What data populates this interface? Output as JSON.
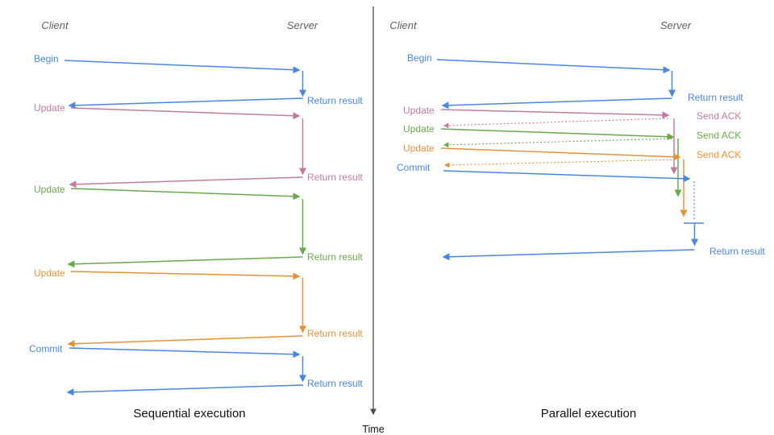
{
  "colors": {
    "blue": "#4a86e8",
    "pink": "#c27ba0",
    "green": "#6aa84f",
    "orange": "#e69138",
    "header_gray": "#5f5f5f",
    "axis": "#4d4d4d"
  },
  "time_axis": {
    "label": "Time"
  },
  "sequential": {
    "title": "Sequential execution",
    "client": "Client",
    "server": "Server",
    "messages": [
      {
        "request": "Begin",
        "response": "Return result",
        "color": "blue"
      },
      {
        "request": "Update",
        "response": "Return result",
        "color": "pink"
      },
      {
        "request": "Update",
        "response": "Return result",
        "color": "green"
      },
      {
        "request": "Update",
        "response": "Return result",
        "color": "orange"
      },
      {
        "request": "Commit",
        "response": "Return result",
        "color": "blue"
      }
    ]
  },
  "parallel": {
    "title": "Parallel execution",
    "client": "Client",
    "server": "Server",
    "messages": [
      {
        "request": "Begin",
        "response": "Return result",
        "color": "blue"
      },
      {
        "request": "Update",
        "response": "Send ACK",
        "color": "pink"
      },
      {
        "request": "Update",
        "response": "Send ACK",
        "color": "green"
      },
      {
        "request": "Update",
        "response": "Send ACK",
        "color": "orange"
      },
      {
        "request": "Commit",
        "response": "Return result",
        "color": "blue"
      }
    ]
  }
}
